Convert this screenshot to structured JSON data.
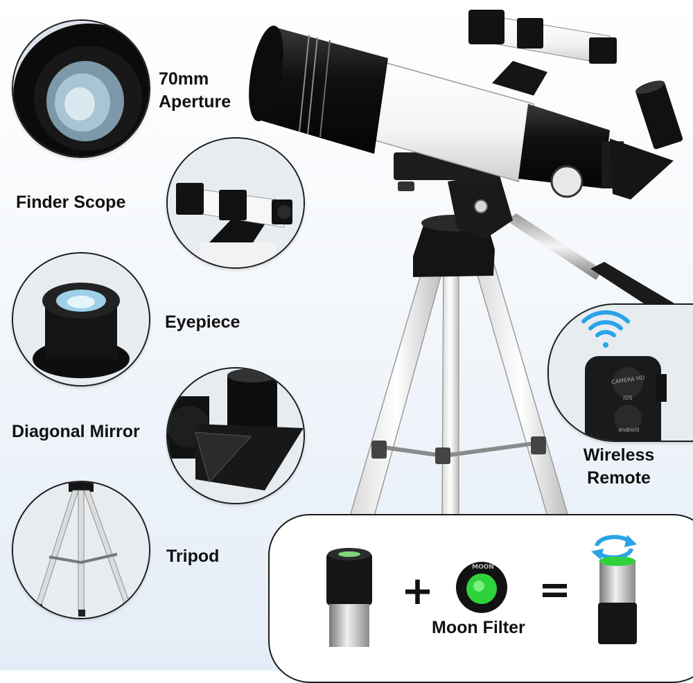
{
  "features": [
    {
      "id": "aperture",
      "label": "70mm\nAperture",
      "line1": "70mm",
      "line2": "Aperture",
      "icon": "objective-lens-icon"
    },
    {
      "id": "finder",
      "label": "Finder Scope",
      "icon": "finder-scope-icon"
    },
    {
      "id": "eyepiece",
      "label": "Eyepiece",
      "icon": "eyepiece-icon"
    },
    {
      "id": "diagonal",
      "label": "Diagonal Mirror",
      "icon": "diagonal-mirror-icon"
    },
    {
      "id": "tripod",
      "label": "Tripod",
      "icon": "tripod-icon"
    }
  ],
  "remote": {
    "line1": "Wireless",
    "line2": "Remote",
    "button_top": "CAMERA HD",
    "button_top_sub": "iOS",
    "button_bottom": "android",
    "icon": "wifi-signal-icon"
  },
  "moon_filter": {
    "label": "Moon Filter",
    "filter_text": "MOON",
    "plus": "+",
    "equals": "=",
    "icon": "rotate-arrows-icon"
  },
  "colors": {
    "accent_blue": "#2aa3e8",
    "filter_green": "#2fd23a",
    "tube_white": "#f7f7f7",
    "tube_black": "#161616"
  }
}
